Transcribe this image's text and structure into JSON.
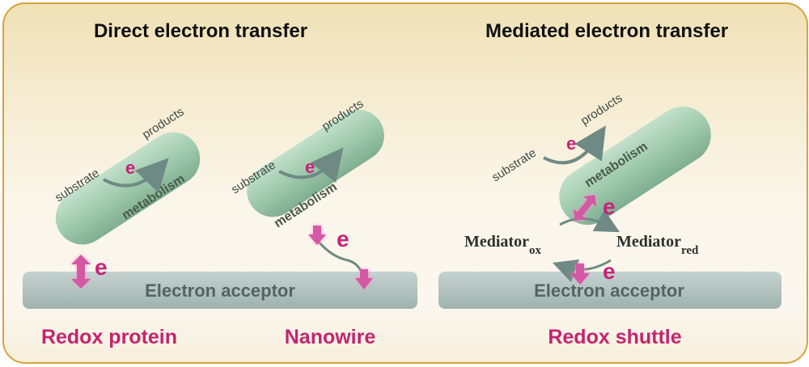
{
  "headings": {
    "direct": "Direct electron transfer",
    "mediated": "Mediated electron transfer"
  },
  "labels": {
    "substrate": "substrate",
    "products": "products",
    "metabolism": "metabolism",
    "electron": "e",
    "electron_acceptor": "Electron acceptor"
  },
  "mediator": {
    "base": "Mediator",
    "ox_subscript": "ox",
    "red_subscript": "red"
  },
  "mechanisms": {
    "redox_protein": "Redox protein",
    "nanowire": "Nanowire",
    "redox_shuttle": "Redox shuttle"
  },
  "colors": {
    "frame_border": "#d4a43e",
    "bacterium": "#9cc8a8",
    "arrow_gray": "#6f8a85",
    "electron_pink": "#c8237a",
    "acceptor_bar": "#aebfbc"
  }
}
